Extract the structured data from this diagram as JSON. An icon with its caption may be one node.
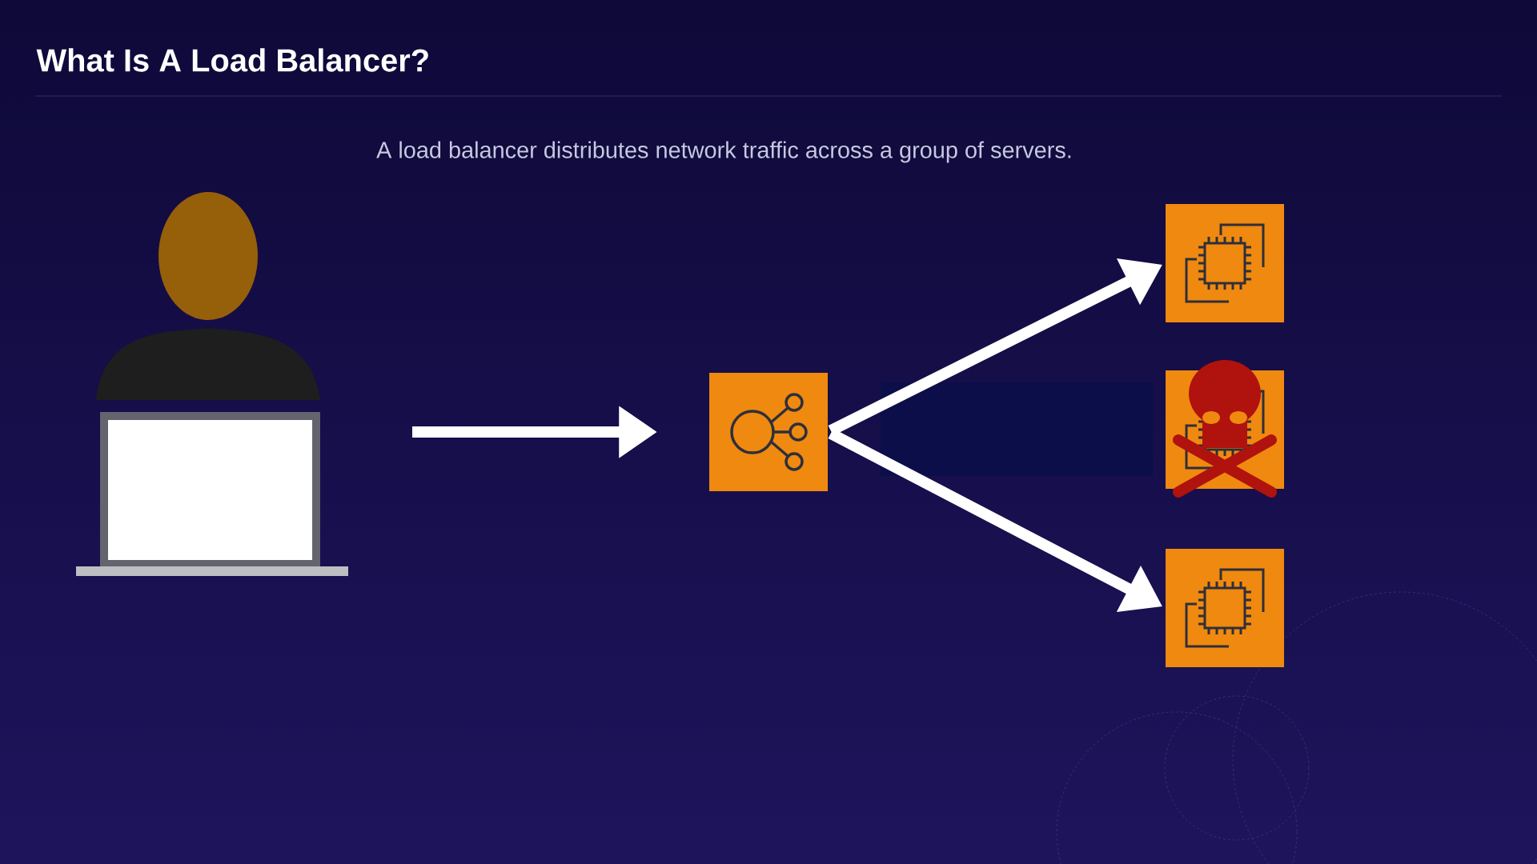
{
  "diagram": {
    "title": "What Is A Load Balancer?",
    "nodes": [
      {
        "text": [],
        "shape": "person"
      },
      {
        "text": [],
        "shape": "box"
      },
      {
        "text": [],
        "shape": "box"
      },
      {
        "text": [],
        "shape": "box"
      },
      {
        "text": [],
        "shape": "box"
      }
    ],
    "edges": [
      {
        "from": 0,
        "to": 1,
        "arrow": "to"
      },
      {
        "from": 1,
        "to": 2,
        "arrow": "to"
      },
      {
        "from": 1,
        "to": 4,
        "arrow": "to"
      }
    ],
    "labels": [
      "A load balancer distributes network traffic across a group of servers."
    ]
  }
}
